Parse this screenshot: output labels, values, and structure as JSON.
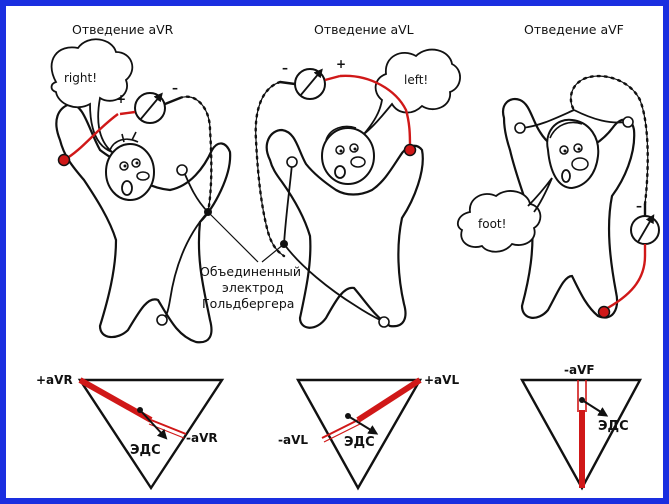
{
  "panels": [
    {
      "title": "Отведение aVR",
      "speech": "right!",
      "tri_pos": "+aVR",
      "tri_neg": "-aVR",
      "emf": "ЭДС"
    },
    {
      "title": "Отведение aVL",
      "speech": "left!",
      "tri_pos": "+aVL",
      "tri_neg": "-aVL",
      "emf": "ЭДС"
    },
    {
      "title": "Отведение aVF",
      "speech": "foot!",
      "tri_pos": "",
      "tri_neg": "-aVF",
      "emf": "ЭДС"
    }
  ],
  "electrode_caption": [
    "Объединенный",
    "электрод",
    "Гольдбергера"
  ],
  "symbols": {
    "plus": "+",
    "minus": "–"
  },
  "colors": {
    "frame": "#1a2fe0",
    "lead": "#d01818",
    "ink": "#111111"
  }
}
